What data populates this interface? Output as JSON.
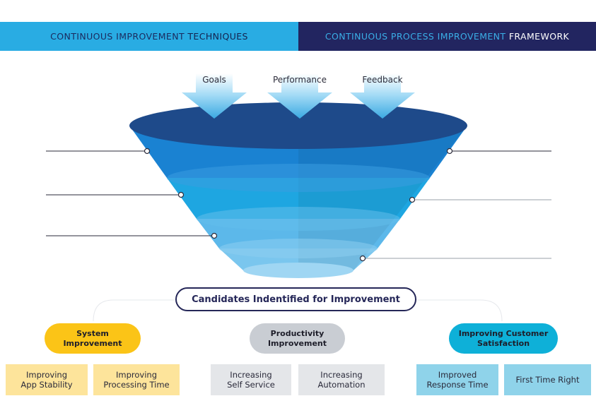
{
  "header": {
    "left_part1": "CONTINUOUS IMPROVEMENT",
    "left_part2": "TECHNIQUES",
    "right_part1": "CONTINUOUS PROCESS IMPROVEMENT",
    "right_part2": "FRAMEWORK"
  },
  "inputs": [
    "Goals",
    "Performance",
    "Feedback"
  ],
  "candidates_label": "Candidates Indentified for Improvement",
  "categories": [
    {
      "label": "System\nImprovement",
      "color": "#fbc417",
      "items": [
        "Improving\nApp Stability",
        "Improving\nProcessing Time"
      ],
      "item_color": "#fde49b"
    },
    {
      "label": "Productivity\nImprovement",
      "color": "#c9cdd3",
      "items": [
        "Increasing\nSelf Service",
        "Increasing\nAutomation"
      ],
      "item_color": "#e4e6e9"
    },
    {
      "label": "Improving Customer\nSatisfaction",
      "color": "#0eb0d8",
      "items": [
        "Improved\nResponse Time",
        "First Time Right"
      ],
      "item_color": "#8fd3ea"
    }
  ],
  "colors": {
    "header_left_bg": "#29ace3",
    "header_right_bg": "#222560",
    "funnel_top": "#1e4a8a",
    "funnel_upper": "#1a7fd0",
    "funnel_middle": "#1ea4e0",
    "funnel_lower": "#5cb8ea",
    "funnel_bottom": "#8fd0f2"
  }
}
